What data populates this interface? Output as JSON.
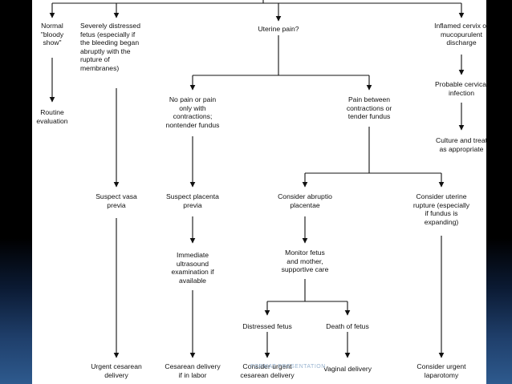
{
  "nodes": {
    "normal_bloody_show": "Normal\n\"bloody\nshow\"",
    "routine_evaluation": "Routine\nevaluation",
    "severely_distressed": "Severely distressed\nfetus (especially if\nthe bleeding began\nabruptly with the\nrupture of\nmembranes)",
    "uterine_pain": "Uterine pain?",
    "inflamed_cervix": "Inflamed cervix or\nmucopurulent\ndischarge",
    "probable_cervical": "Probable cervical\ninfection",
    "culture_treat": "Culture and treat\nas appropriate",
    "no_pain": "No pain or pain\nonly with\ncontractions;\nnontender fundus",
    "pain_between": "Pain between\ncontractions or\ntender fundus",
    "suspect_vasa": "Suspect vasa\nprevia",
    "suspect_placenta": "Suspect placenta\nprevia",
    "consider_abruptio": "Consider abruptio\nplacentae",
    "consider_rupture": "Consider uterine\nrupture (especially\nif fundus is\nexpanding)",
    "immediate_us": "Immediate\nultrasound\nexamination if\navailable",
    "monitor_fetus": "Monitor fetus\nand mother,\nsupportive care",
    "distressed_fetus": "Distressed fetus",
    "death_fetus": "Death of fetus",
    "urgent_cesarean": "Urgent cesarean\ndelivery",
    "cesarean_labor": "Cesarean delivery\nif in labor",
    "consider_urgent_cesarean": "Consider urgent\ncesarean delivery",
    "vaginal_delivery": "Vaginal delivery",
    "consider_laparotomy": "Consider urgent\nlaparotomy"
  },
  "watermark": "FORMAT PRESENTATION"
}
